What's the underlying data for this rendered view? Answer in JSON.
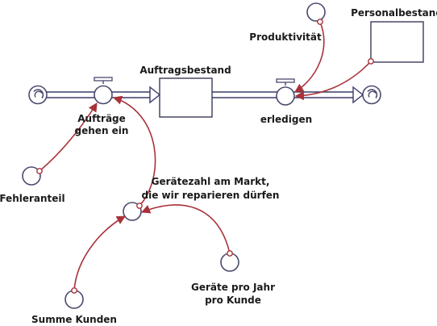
{
  "labels": {
    "auftragsbestand": "Auftragsbestand",
    "personalbestand": "Personalbestand",
    "produktivitaet": "Produktivität",
    "auftraege_line1": "Aufträge",
    "auftraege_line2": "gehen ein",
    "erledigen": "erledigen",
    "fehleranteil": "Fehleranteil",
    "geraetezahl_line1": "Gerätezahl am Markt,",
    "geraetezahl_line2": "die wir reparieren dürfen",
    "geraete_line1": "Geräte pro Jahr",
    "geraete_line2": "pro Kunde",
    "summe_kunden": "Summe Kunden"
  },
  "colors": {
    "link": "#a8323a",
    "outline": "#4a4a6e",
    "pipe": "#3a3a6a"
  }
}
